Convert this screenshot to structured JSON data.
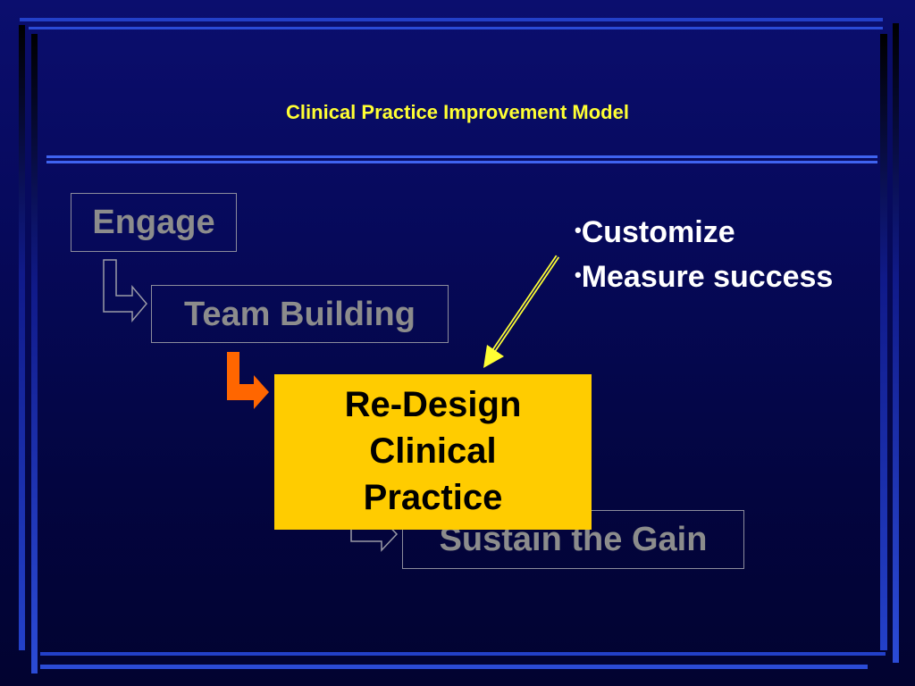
{
  "title": "Clinical Practice Improvement Model",
  "steps": {
    "engage": "Engage",
    "team_building": "Team Building",
    "redesign": [
      "Re-Design",
      "Clinical",
      "Practice"
    ],
    "sustain": "Sustain the Gain"
  },
  "bullets": [
    "Customize",
    "Measure success"
  ],
  "colors": {
    "background": "#06095a",
    "frame": "#2b4bd6",
    "title": "#ffff33",
    "inactive_step": "#8c8c8c",
    "active_step_fill": "#ffcc00",
    "active_arrow": "#ff6600",
    "pointer_arrow": "#ffff33",
    "bullet_text": "#ffffff"
  }
}
